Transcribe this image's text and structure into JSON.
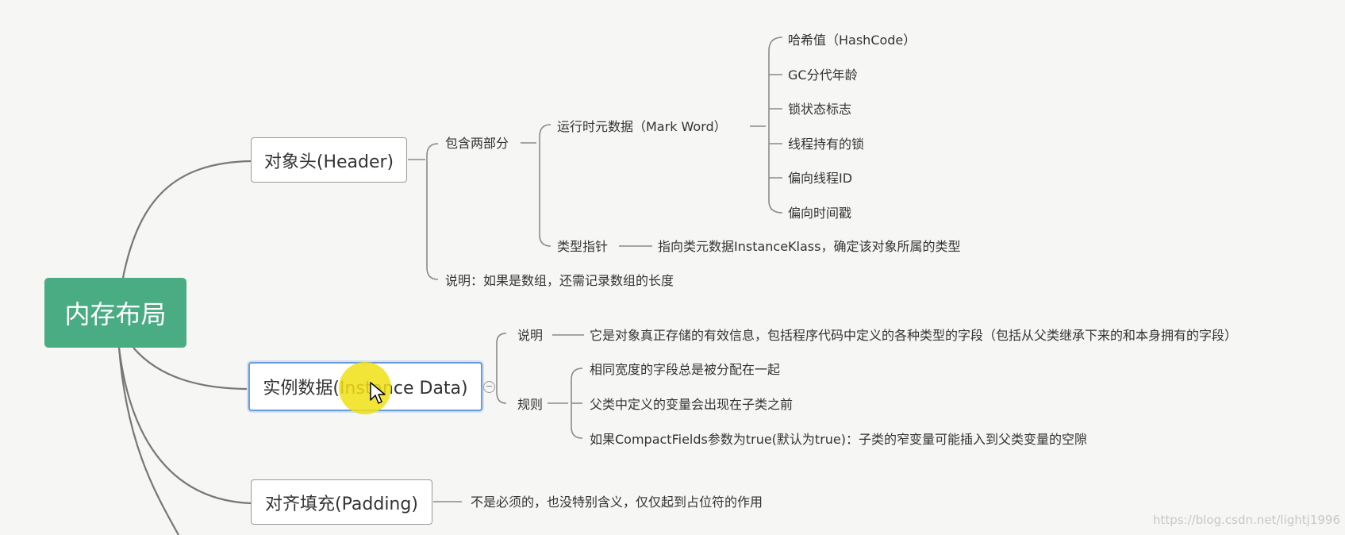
{
  "root": "内存布局",
  "nodes": {
    "header": "对象头(Header)",
    "instance_data": "实例数据(Instance Data)",
    "padding": "对齐填充(Padding)"
  },
  "header_branch": {
    "contains": "包含两部分",
    "mark_word": "运行时元数据（Mark Word）",
    "mark_word_items": [
      "哈希值（HashCode）",
      "GC分代年龄",
      "锁状态标志",
      "线程持有的锁",
      "偏向线程ID",
      "偏向时间戳"
    ],
    "type_pointer": "类型指针",
    "type_pointer_desc": "指向类元数据InstanceKlass，确定该对象所属的类型",
    "note": "说明：如果是数组，还需记录数组的长度"
  },
  "instance_branch": {
    "note_label": "说明",
    "note_text": "它是对象真正存储的有效信息，包括程序代码中定义的各种类型的字段（包括从父类继承下来的和本身拥有的字段）",
    "rules_label": "规则",
    "rules": [
      "相同宽度的字段总是被分配在一起",
      "父类中定义的变量会出现在子类之前",
      "如果CompactFields参数为true(默认为true)：子类的窄变量可能插入到父类变量的空隙"
    ]
  },
  "padding_branch": {
    "desc": "不是必须的，也没特别含义，仅仅起到占位符的作用"
  },
  "watermark": "https://blog.csdn.net/lightj1996",
  "colors": {
    "root_bg": "#4aac83",
    "selection": "#6a9ad8",
    "highlight": "#f0e114"
  },
  "icons": {
    "collapse": "collapse-minus-icon",
    "cursor": "mouse-cursor-icon"
  }
}
